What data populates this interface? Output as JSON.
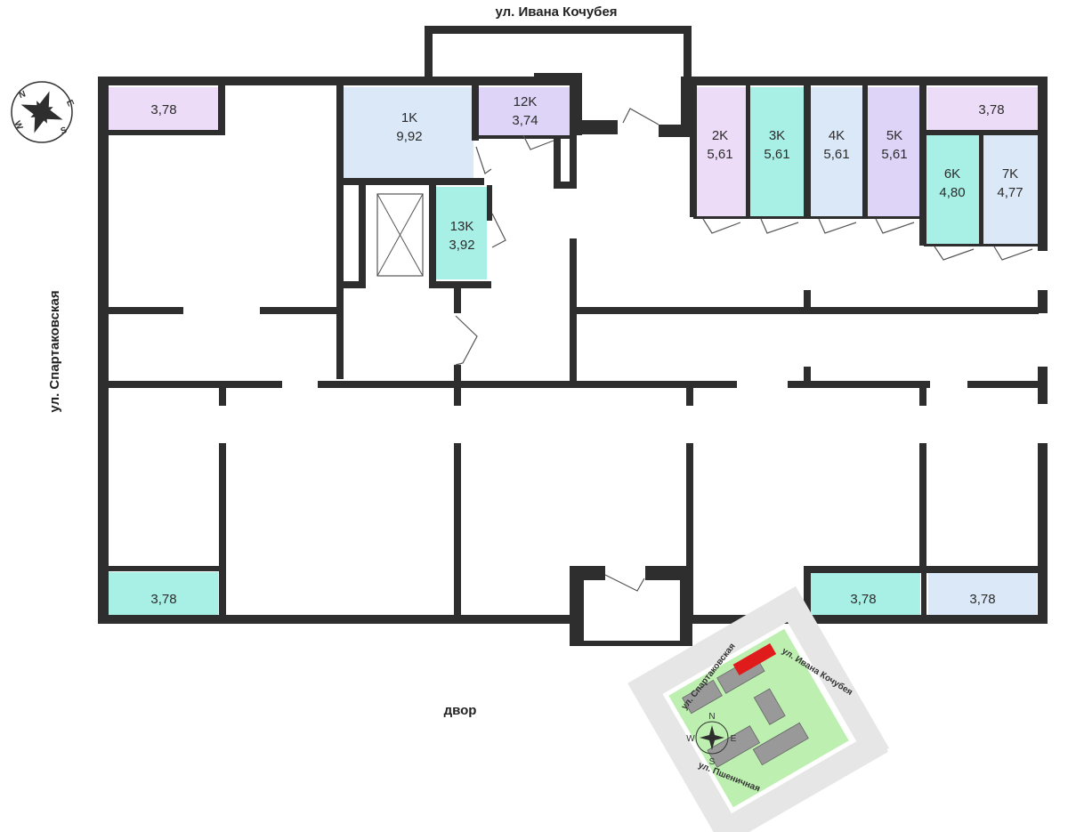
{
  "streets": {
    "top": "ул. Ивана Кочубея",
    "left": "ул. Спартаковская",
    "bottom": "двор"
  },
  "compass": {
    "n": "N",
    "e": "E",
    "s": "S",
    "w": "W"
  },
  "storage_units": [
    {
      "id": "1K",
      "area": "9,92",
      "color": "#dbe8f8"
    },
    {
      "id": "12K",
      "area": "3,74",
      "color": "#ddd4f7"
    },
    {
      "id": "13K",
      "area": "3,92",
      "color": "#a8f0e6"
    },
    {
      "id": "2K",
      "area": "5,61",
      "color": "#eddcf7"
    },
    {
      "id": "3K",
      "area": "5,61",
      "color": "#a8f0e6"
    },
    {
      "id": "4K",
      "area": "5,61",
      "color": "#dbe8f8"
    },
    {
      "id": "5K",
      "area": "5,61",
      "color": "#ddd4f7"
    },
    {
      "id": "6K",
      "area": "4,80",
      "color": "#a8f0e6"
    },
    {
      "id": "7K",
      "area": "4,77",
      "color": "#dbe8f8"
    }
  ],
  "unlabeled_cells": [
    {
      "area": "3,78",
      "color": "#eddcf7"
    },
    {
      "area": "3,78",
      "color": "#eddcf7"
    },
    {
      "area": "3,78",
      "color": "#a8f0e6"
    },
    {
      "area": "3,78",
      "color": "#a8f0e6"
    },
    {
      "area": "3,78",
      "color": "#dbe8f8"
    }
  ],
  "minimap": {
    "street_top": "ул. Ивана Кочубея",
    "street_left": "ул. Спартаковская",
    "street_bottom": "ул. Пшеничная",
    "highlight_color": "#e01b1b",
    "green_color": "#bdf0b0"
  },
  "colors": {
    "wall": "#2e2e2e",
    "door": "#555555"
  }
}
